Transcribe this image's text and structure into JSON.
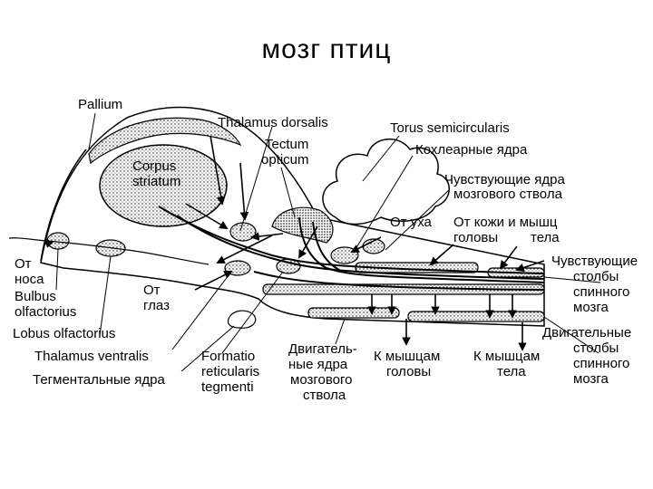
{
  "title": "мозг птиц",
  "labels": {
    "pallium": "Pallium",
    "thalamus_dorsalis": "Thalamus dorsalis",
    "torus_semicircularis": "Torus semicircularis",
    "corpus_1": "Corpus",
    "corpus_2": "striatum",
    "tectum_1": "Tectum",
    "tectum_2": "opticum",
    "kohlear": "Кохлеарные ядра",
    "sensory_brainstem_1": "Чувствующие ядра",
    "sensory_brainstem_2": "мозгового ствола",
    "from_ear": "От уха",
    "from_skin_1": "От кожи и мышц",
    "from_skin_head": "головы",
    "from_skin_body": "тела",
    "from_nose_1": "От",
    "from_nose_2": "носа",
    "bulbus_1": "Bulbus",
    "bulbus_2": "olfactorius",
    "lobus": "Lobus olfactorius",
    "from_eye_1": "От",
    "from_eye_2": "глаз",
    "sensory_columns_1": "Чувствующие",
    "sensory_columns_2": "столбы",
    "sensory_columns_3": "спинного",
    "sensory_columns_4": "мозга",
    "thalamus_ventralis": "Thalamus ventralis",
    "tegmental": "Тегментальные ядра",
    "formatio_1": "Formatio",
    "formatio_2": "reticularis",
    "formatio_3": "tegmenti",
    "motor_nuclei_1": "Двигатель-",
    "motor_nuclei_2": "ные ядра",
    "motor_nuclei_3": "мозгового",
    "motor_nuclei_4": "ствола",
    "to_head_1": "К мышцам",
    "to_head_2": "головы",
    "to_body_1": "К мышцам",
    "to_body_2": "тела",
    "motor_columns_1": "Двигательные",
    "motor_columns_2": "столбы",
    "motor_columns_3": "спинного",
    "motor_columns_4": "мозга"
  }
}
